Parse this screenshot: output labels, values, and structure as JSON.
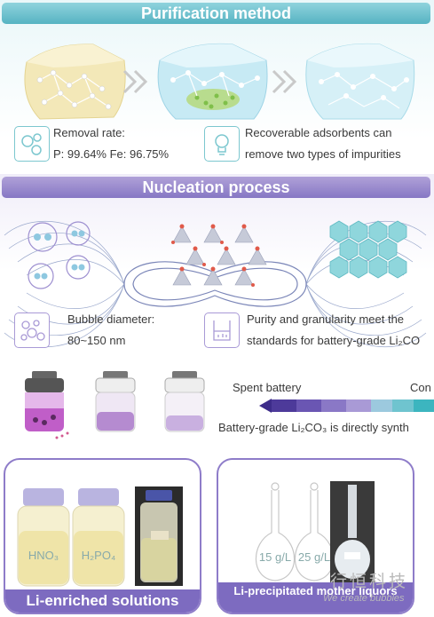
{
  "purification": {
    "title": "Purification method",
    "removal_label": "Removal rate:",
    "removal_values": "P: 99.64% Fe: 96.75%",
    "adsorbent_line1": "Recoverable adsorbents can",
    "adsorbent_line2": "remove two types of impurities"
  },
  "nucleation": {
    "title": "Nucleation process",
    "bubble_label": "Bubble diameter:",
    "bubble_value": "80~150 nm",
    "purity_line1": "Purity and granularity meet the",
    "purity_line2": "standards for battery-grade Li₂CO",
    "spent_battery": "Spent battery",
    "con_text": "Con",
    "battery_grade": "Battery-grade Li₂CO₃ is directly synth"
  },
  "panels": {
    "left_label": "Li-enriched solutions",
    "right_label": "Li-precipitated mother liquors",
    "bottle1": "HNO₃",
    "bottle2": "H₂PO₄",
    "flask1": "15 g/L",
    "flask2": "25 g/L"
  },
  "watermark": {
    "cn": "行恒科技",
    "en": "We create bubbles"
  },
  "colors": {
    "teal": "#56b3c2",
    "purple": "#8677c4",
    "gradient": [
      "#4d3a9a",
      "#6a56b3",
      "#8a78c6",
      "#a99ad6",
      "#9cc9de",
      "#6fc4cf",
      "#3cb5bf"
    ]
  }
}
